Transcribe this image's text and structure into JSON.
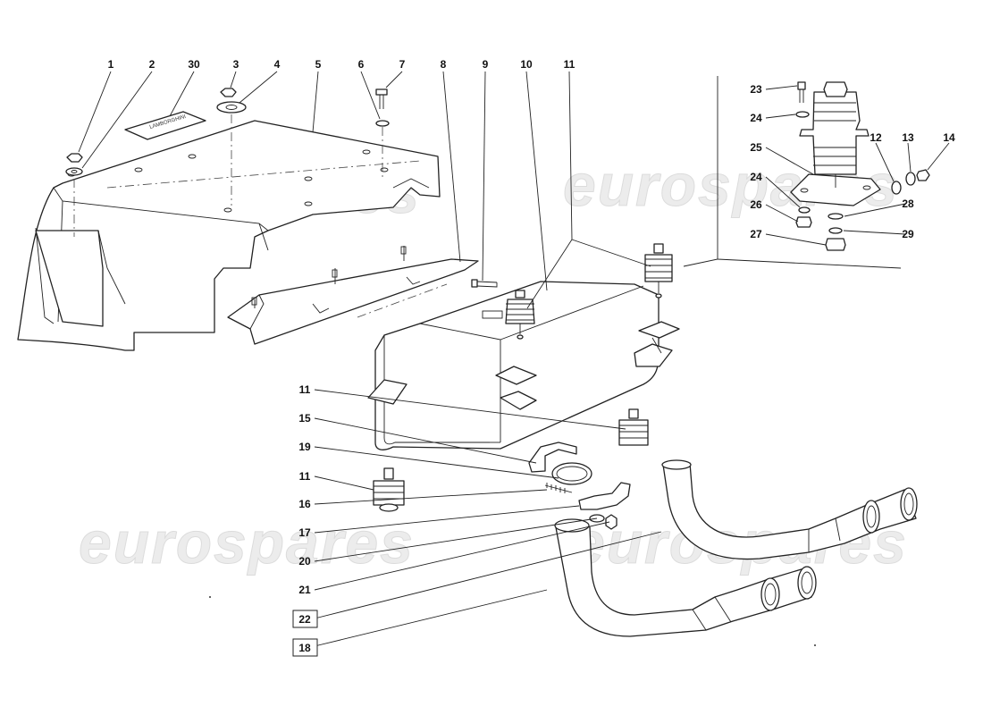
{
  "watermarks": [
    "eurospares",
    "eurospares",
    "eurospares",
    "eurospares"
  ],
  "callouts": {
    "c1": "1",
    "c2": "2",
    "c30": "30",
    "c3": "3",
    "c4": "4",
    "c5": "5",
    "c6": "6",
    "c7": "7",
    "c8": "8",
    "c9": "9",
    "c10": "10",
    "c11_top": "11",
    "c23": "23",
    "c24_top": "24",
    "c25": "25",
    "c24_mid": "24",
    "c26": "26",
    "c27": "27",
    "c12": "12",
    "c13": "13",
    "c14": "14",
    "c28": "28",
    "c29": "29",
    "c11_a": "11",
    "c15": "15",
    "c19": "19",
    "c11_b": "11",
    "c16": "16",
    "c17": "17",
    "c20": "20",
    "c21": "21",
    "c22": "22",
    "c18": "18"
  },
  "plate_label": "LAMBORGHINI"
}
